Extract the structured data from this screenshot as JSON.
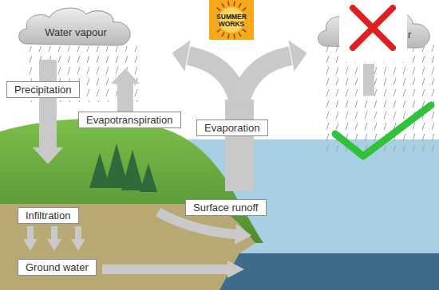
{
  "diagram": {
    "nodes": [
      {
        "text": [
          "Water vapour"
        ]
      },
      {
        "text": [
          "Precipitation"
        ]
      },
      {
        "text": [
          "Evapotranspiration"
        ]
      },
      {
        "text": [
          "Evaporation"
        ]
      },
      {
        "text": [
          "Surface runoff"
        ]
      },
      {
        "text": [
          "Infiltration"
        ]
      },
      {
        "text": [
          "Ground water"
        ]
      }
    ],
    "labels": [
      "SUMMER WORKS",
      "r"
    ]
  }
}
